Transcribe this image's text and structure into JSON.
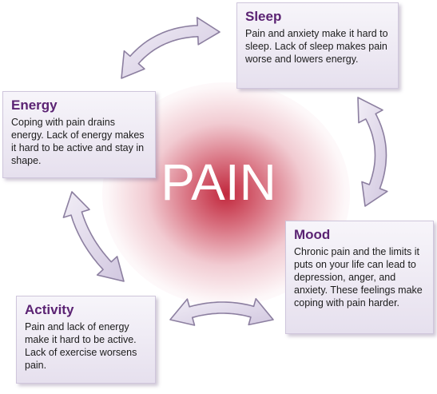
{
  "center": {
    "title": "PAIN"
  },
  "nodes": {
    "sleep": {
      "title": "Sleep",
      "text": "Pain and anxiety make it hard to sleep. Lack of sleep makes pain worse and lowers energy."
    },
    "energy": {
      "title": "Energy",
      "text": "Coping with pain drains energy. Lack of energy makes it hard to be active and stay in shape."
    },
    "mood": {
      "title": "Mood",
      "text": "Chronic pain and the limits it puts on your life can lead to depression, anger, and anxiety. These feelings make coping with pain harder."
    },
    "activity": {
      "title": "Activity",
      "text": "Pain and lack of energy make it hard to be active. Lack of exercise worsens pain."
    }
  },
  "colors": {
    "title_purple": "#5b2373",
    "box_fill": "#ece7f2",
    "arrow_fill": "#dcd4e8",
    "arrow_stroke": "#8c7fa0",
    "glow_red": "#be1c32"
  }
}
